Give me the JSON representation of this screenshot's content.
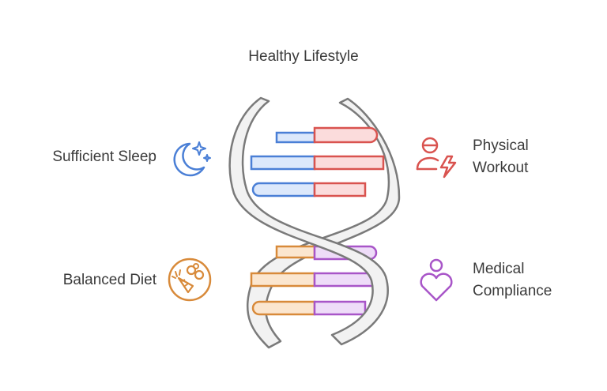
{
  "diagram": {
    "title": "Healthy Lifestyle",
    "items": [
      {
        "label": "Sufficient Sleep",
        "icon": "moon-stars-icon",
        "color": "#4a7fd6",
        "fill": "#dce8fb"
      },
      {
        "label": "Physical\nWorkout",
        "icon": "person-lightning-icon",
        "color": "#d9534f",
        "fill": "#fbdcdc"
      },
      {
        "label": "Balanced Diet",
        "icon": "carrot-plate-icon",
        "color": "#d88a3a",
        "fill": "#fbe6cf"
      },
      {
        "label": "Medical\nCompliance",
        "icon": "person-heart-icon",
        "color": "#a855c8",
        "fill": "#eedcf8"
      }
    ],
    "strand_color": "#7a7a7a",
    "strand_fill": "#f2f2f2"
  }
}
